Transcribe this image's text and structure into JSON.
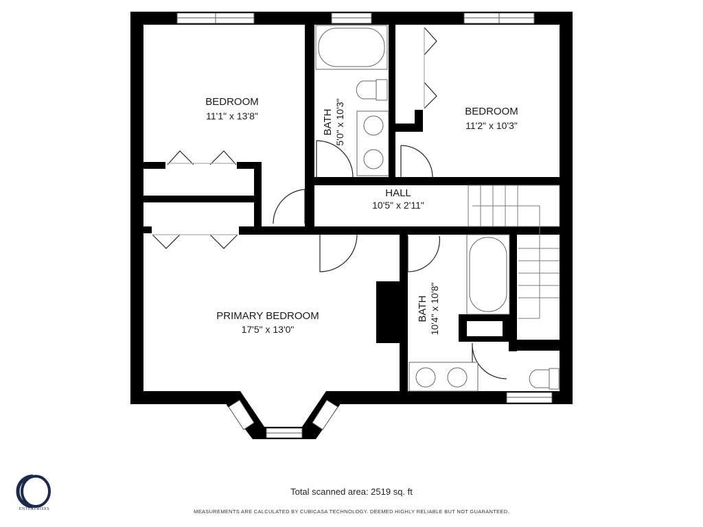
{
  "rooms": {
    "bedroom_nw": {
      "name": "BEDROOM",
      "dims": "11'1\" x 13'8\""
    },
    "bath_upper": {
      "name": "BATH",
      "dims": "5'0\" x 10'3\""
    },
    "bedroom_ne": {
      "name": "BEDROOM",
      "dims": "11'2\" x 10'3\""
    },
    "hall": {
      "name": "HALL",
      "dims": "10'5\" x 2'11\""
    },
    "primary_bedroom": {
      "name": "PRIMARY BEDROOM",
      "dims": "17'5\" x 13'0\""
    },
    "bath_lower": {
      "name": "BATH",
      "dims": "10'4\" x 10'8\""
    }
  },
  "footer": {
    "total_area": "Total scanned area: 2519 sq. ft",
    "disclaimer": "MEASUREMENTS ARE CALCULATED BY CUBICASA TECHNOLOGY. DEEMED HIGHLY RELIABLE BUT NOT GUARANTEED."
  },
  "logo": {
    "brand": "ENTERPRISES"
  },
  "colors": {
    "wall": "#000000",
    "fixture": "#8a8a8a",
    "logo": "#1d2a4a"
  }
}
